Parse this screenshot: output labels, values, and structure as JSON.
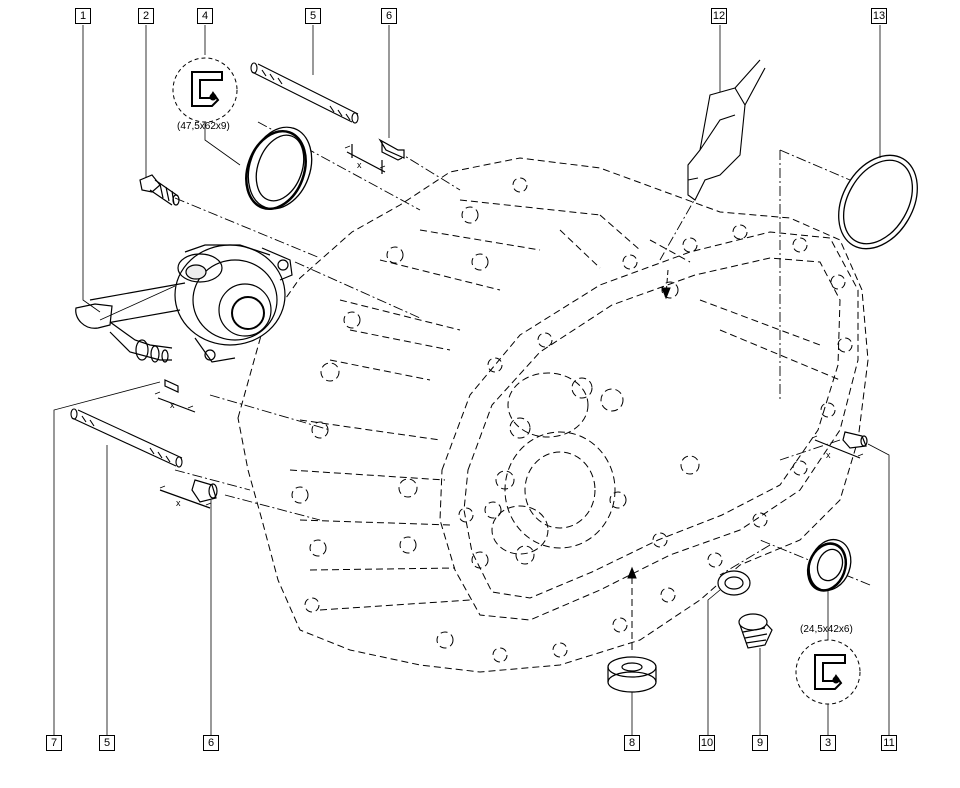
{
  "callouts": {
    "c1": "1",
    "c2": "2",
    "c4": "4",
    "c5top": "5",
    "c6top": "6",
    "c12": "12",
    "c13": "13",
    "c7": "7",
    "c5bot": "5",
    "c6bot": "6",
    "c8": "8",
    "c10": "10",
    "c9": "9",
    "c3": "3",
    "c11": "11"
  },
  "dimensions": {
    "seal_large": "(47,5x62x9)",
    "seal_small": "(24,5x42x6)",
    "x": "x"
  },
  "colors": {
    "line": "#000000",
    "paper": "#ffffff"
  }
}
